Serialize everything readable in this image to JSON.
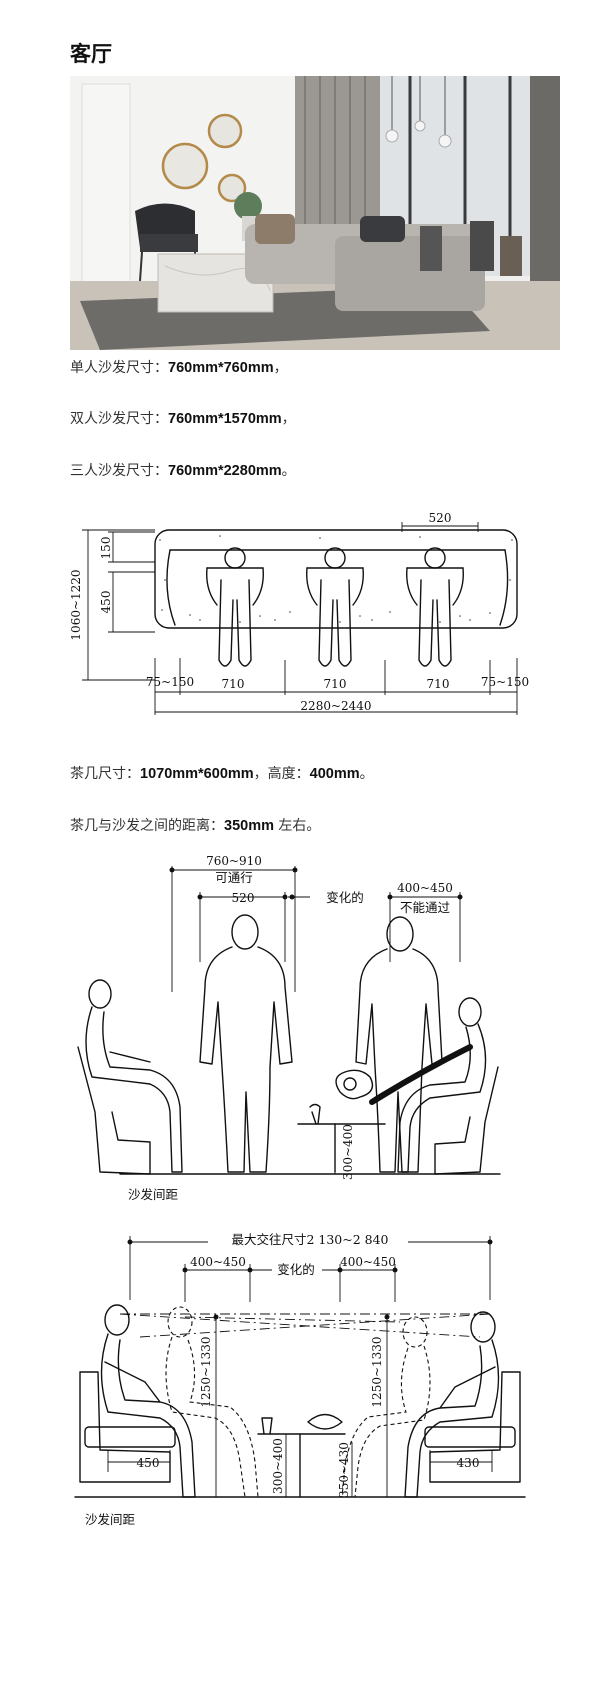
{
  "heading": "客厅",
  "photo_alt": "客厅",
  "paragraphs": {
    "single_label": "单人沙发尺寸：",
    "single_value": "760mm*760mm",
    "single_tail": "，",
    "double_label": "双人沙发尺寸：",
    "double_value": "760mm*1570mm",
    "double_tail": "，",
    "triple_label": "三人沙发尺寸：",
    "triple_value": "760mm*2280mm",
    "triple_tail": "。",
    "table_label": "茶几尺寸：",
    "table_value": "1070mm*600mm",
    "table_mid": "，高度：",
    "table_height": "400mm",
    "table_tail": "。",
    "distance_label": "茶几与沙发之间的距离：",
    "distance_value": "350mm",
    "distance_tail": " 左右。"
  },
  "diagram_sofa": {
    "dim_520": "520",
    "dim_150": "150",
    "dim_450": "450",
    "dim_height": "1060~1220",
    "dim_left_end": "75~150",
    "dim_710_a": "710",
    "dim_710_b": "710",
    "dim_710_c": "710",
    "dim_right_end": "75~150",
    "dim_total": "2280~2440"
  },
  "diagram_passage": {
    "dim_top": "760~910",
    "label_passable": "可通行",
    "dim_520": "520",
    "label_variable": "变化的",
    "dim_400_450": "400~450",
    "label_not_passable": "不能通过",
    "dim_table_height": "300~400",
    "caption": "沙发间距"
  },
  "diagram_facing": {
    "dim_max": "最大交往尺寸2 130~2 840",
    "dim_left_400": "400~450",
    "label_variable": "变化的",
    "dim_right_400": "400~450",
    "dim_eye_left": "1250~1330",
    "dim_eye_right": "1250~1330",
    "dim_seat_left": "450",
    "dim_seat_right": "430",
    "dim_table": "300~400",
    "dim_knee": "350~430",
    "caption": "沙发间距"
  }
}
